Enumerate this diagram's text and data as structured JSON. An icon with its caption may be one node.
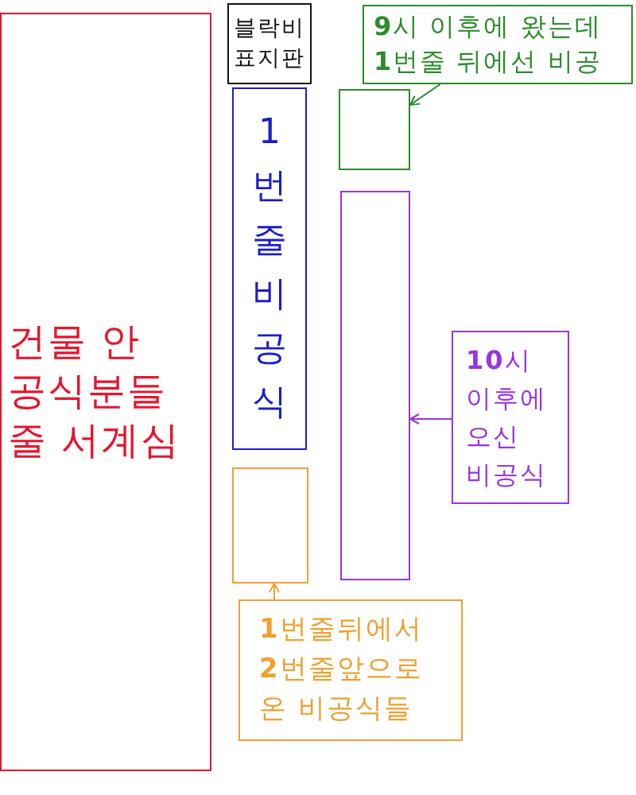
{
  "diagram": {
    "nodes": [
      {
        "text": [
          "건물 안 공식분들 줄 서계심"
        ]
      },
      {
        "text": [
          "블락비 표지판"
        ]
      },
      {
        "text": [
          "**9**시 이후에 왔는데 **1**번줄 뒤에선 비공"
        ]
      },
      {
        "text": [
          "1번줄 비공식"
        ]
      },
      {
        "text": [],
        "shape": "box"
      },
      {
        "text": [],
        "shape": "box"
      },
      {
        "text": [
          "**10**시 이후에 오신 비공식"
        ]
      },
      {
        "text": [],
        "shape": "box"
      },
      {
        "text": [
          "**1**번줄뒤에서 **2**번줄앞으로 온 비공식들"
        ]
      }
    ],
    "edges": [
      {
        "from": 2,
        "to": 4,
        "arrow": "to",
        "color": "#2b8c2b"
      },
      {
        "from": 6,
        "to": 5,
        "arrow": "to",
        "color": "#9a35e0"
      },
      {
        "from": 8,
        "to": 7,
        "arrow": "to",
        "color": "#f0a030"
      }
    ]
  }
}
